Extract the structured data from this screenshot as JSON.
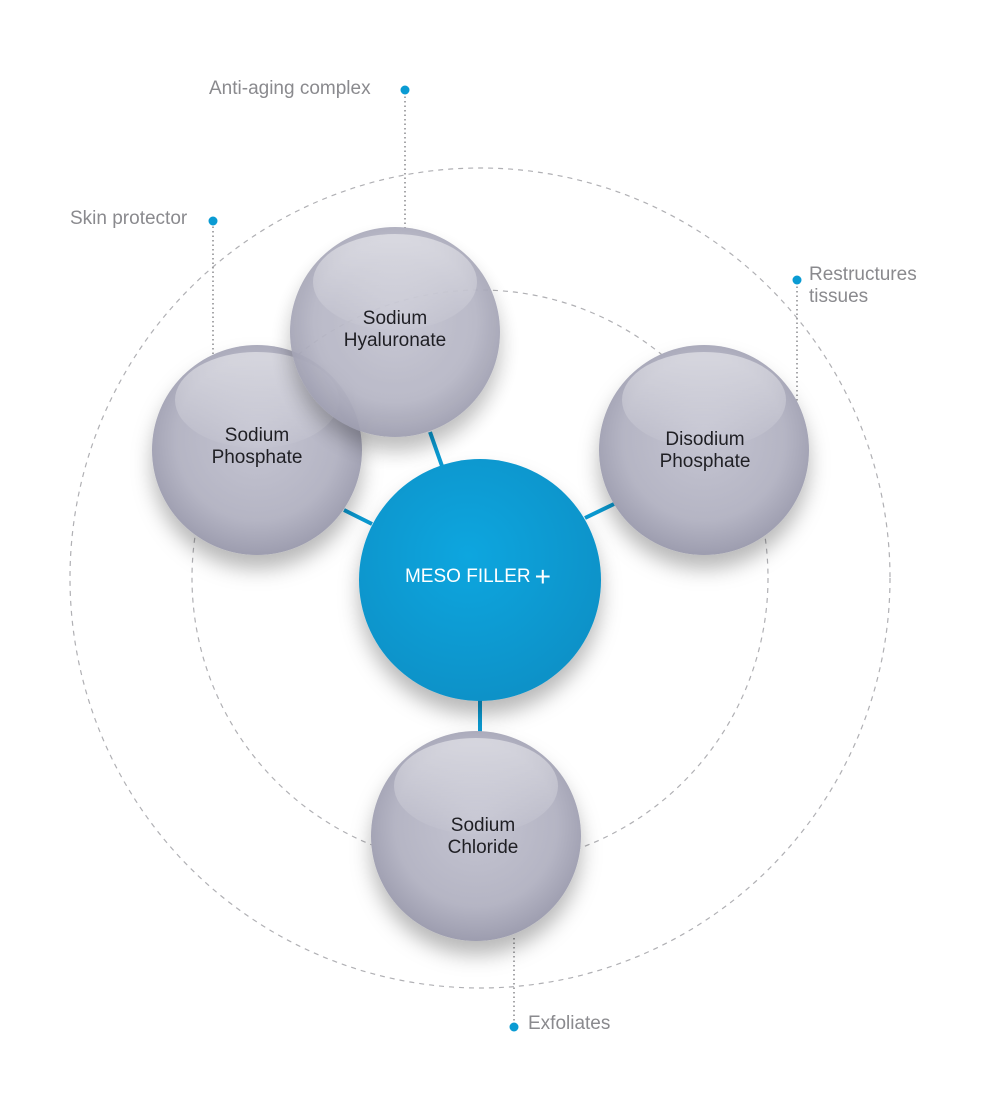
{
  "colors": {
    "accent": "#0a9bd3",
    "node_fill": "#b8b8c6",
    "label_text": "#8a8a8e",
    "guide_line": "#b0b0b4"
  },
  "center": {
    "label": "MESO FILLER",
    "symbol": "+"
  },
  "nodes": [
    {
      "id": "hyaluronate",
      "line1": "Sodium",
      "line2": "Hyaluronate"
    },
    {
      "id": "sodium-phosphate",
      "line1": "Sodium",
      "line2": "Phosphate"
    },
    {
      "id": "disodium-phosphate",
      "line1": "Disodium",
      "line2": "Phosphate"
    },
    {
      "id": "sodium-chloride",
      "line1": "Sodium",
      "line2": "Chloride"
    }
  ],
  "annotations": {
    "anti_aging": "Anti-aging complex",
    "skin_protector": "Skin protector",
    "restructures_1": "Restructures",
    "restructures_2": "tissues",
    "exfoliates": "Exfoliates"
  }
}
